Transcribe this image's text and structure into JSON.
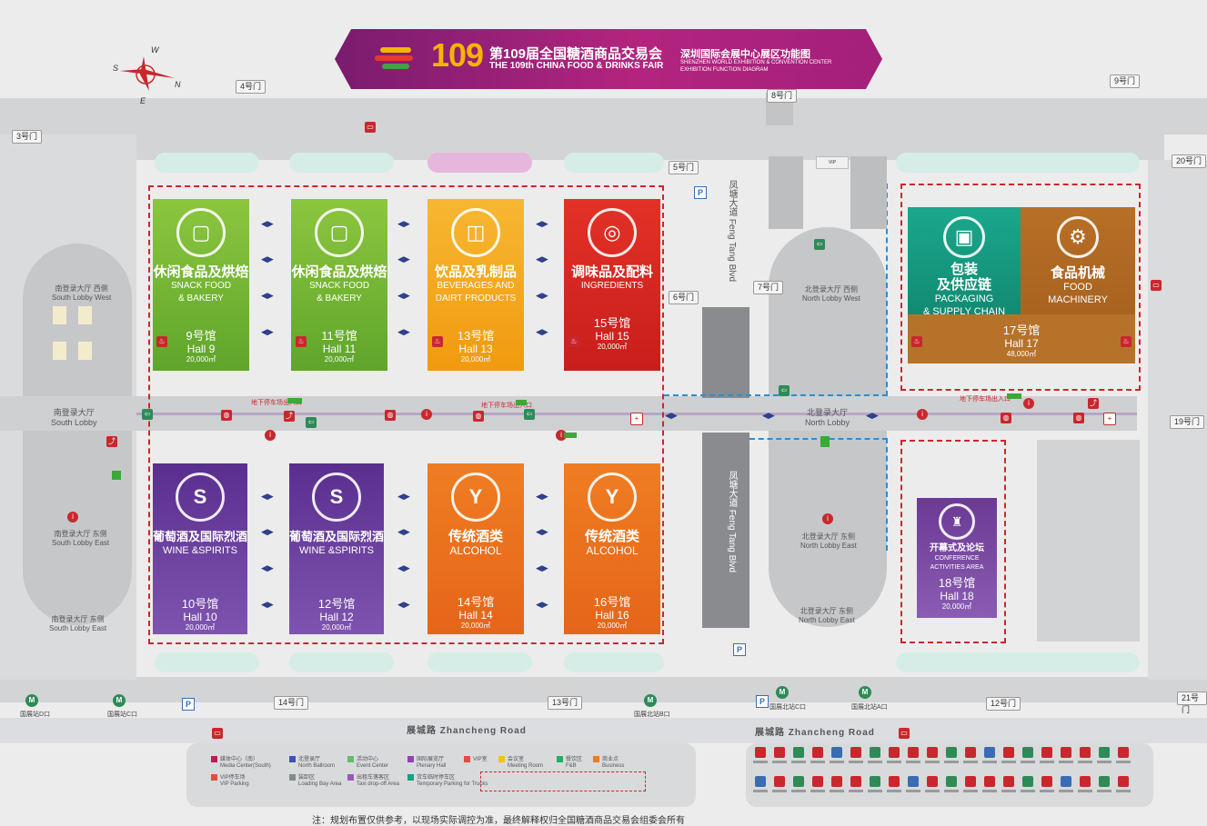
{
  "header": {
    "logo_number": "109",
    "title_cn": "第109届全国糖酒商品交易会",
    "title_en": "THE 109th CHINA FOOD & DRINKS FAIR",
    "subtitle_cn": "深圳国际会展中心展区功能图",
    "subtitle_en1": "SHENZHEN WORLD EXHIBITION & CONVENTION CENTER",
    "subtitle_en2": "EXHIBITION FUNCTION DIAGRAM"
  },
  "compass": {
    "n": "N",
    "s": "S",
    "e": "E",
    "w": "W"
  },
  "halls": [
    {
      "id": "hall-9",
      "cn": "休闲食品及烘焙",
      "cn2": "",
      "en1": "SNACK FOOD",
      "en2": "& BAKERY",
      "num": "9号馆",
      "hall": "Hall 9",
      "area": "20,000㎡",
      "color": "#6fb536",
      "icon": "▢"
    },
    {
      "id": "hall-11",
      "cn": "休闲食品及烘焙",
      "cn2": "",
      "en1": "SNACK FOOD",
      "en2": "& BAKERY",
      "num": "11号馆",
      "hall": "Hall 11",
      "area": "20,000㎡",
      "color": "#6fb536",
      "icon": "▢"
    },
    {
      "id": "hall-13",
      "cn": "饮品及乳制品",
      "cn2": "",
      "en1": "BEVERAGES AND",
      "en2": "DAIRT PRODUCTS",
      "num": "13号馆",
      "hall": "Hall 13",
      "area": "20,000㎡",
      "color": "#f2a81d",
      "icon": "◫"
    },
    {
      "id": "hall-15",
      "cn": "调味品及配料",
      "cn2": "",
      "en1": "INGREDIENTS",
      "en2": "",
      "num": "15号馆",
      "hall": "Hall 15",
      "area": "20,000㎡",
      "color": "#d9241f",
      "icon": "◎"
    },
    {
      "id": "hall-10",
      "cn": "葡萄酒及国际烈酒",
      "cn2": "",
      "en1": "WINE &SPIRITS",
      "en2": "",
      "num": "10号馆",
      "hall": "Hall 10",
      "area": "20,000㎡",
      "color": "#6a3d9a",
      "icon": "S"
    },
    {
      "id": "hall-12",
      "cn": "葡萄酒及国际烈酒",
      "cn2": "",
      "en1": "WINE &SPIRITS",
      "en2": "",
      "num": "12号馆",
      "hall": "Hall 12",
      "area": "20,000㎡",
      "color": "#6a3d9a",
      "icon": "S"
    },
    {
      "id": "hall-14",
      "cn": "传统酒类",
      "cn2": "",
      "en1": "ALCOHOL",
      "en2": "",
      "num": "14号馆",
      "hall": "Hall 14",
      "area": "20,000㎡",
      "color": "#ec6f1c",
      "icon": "Y"
    },
    {
      "id": "hall-16",
      "cn": "传统酒类",
      "cn2": "",
      "en1": "ALCOHOL",
      "en2": "",
      "num": "16号馆",
      "hall": "Hall 16",
      "area": "20,000㎡",
      "color": "#ec6f1c",
      "icon": "Y"
    }
  ],
  "hall17": {
    "left_cn1": "包装",
    "left_cn2": "及供应链",
    "left_en1": "PACKAGING",
    "left_en2": "& SUPPLY CHAIN",
    "right_cn": "食品机械",
    "right_en1": "FOOD",
    "right_en2": "MACHINERY",
    "num": "17号馆",
    "hall": "Hall 17",
    "area": "48,000㎡",
    "color_left": "#17a88a",
    "color_right": "#b7722a"
  },
  "hall18": {
    "cn": "开幕式及论坛",
    "en1": "CONFERENCE",
    "en2": "ACTIVITIES AREA",
    "num": "18号馆",
    "hall": "Hall 18",
    "area": "20,000㎡",
    "color": "#7a4aa0"
  },
  "gates": [
    "3号门",
    "4号门",
    "5号门",
    "6号门",
    "7号门",
    "8号门",
    "9号门",
    "12号门",
    "13号门",
    "14号门",
    "20号门",
    "19号门",
    "21号门"
  ],
  "roads": {
    "fengtang_cn": "凤塘大道",
    "fengtang_en": "Feng Tang Blvd",
    "zhancheng_cn": "展城路",
    "zhancheng_en": "Zhancheng Road"
  },
  "lobbies": {
    "south_cn": "南登录大厅",
    "south_en": "South Lobby",
    "south_west_cn": "南登录大厅 西侧",
    "south_west_en": "South Lobby West",
    "south_east_cn": "南登录大厅 东侧",
    "south_east_en": "South Lobby East",
    "north_cn": "北登录大厅",
    "north_en": "North Lobby",
    "north_west_cn": "北登录大厅 西侧",
    "north_west_en": "North Lobby West",
    "north_east_cn": "北登录大厅 东侧",
    "north_east_en": "North Lobby East"
  },
  "parking_labels": [
    "地下停车场出入口",
    "地下停车场出入口",
    "地下停车场出入口"
  ],
  "metro": [
    "国展站D口",
    "国展站C口",
    "国展北站B口",
    "国展北站C口",
    "国展北站A口"
  ],
  "legend_left": [
    {
      "cn": "媒体中心（南）",
      "en": "Media Center(South)",
      "color": "#c2185b"
    },
    {
      "cn": "北登录厅",
      "en": "North Ballroom",
      "color": "#3f51b5"
    },
    {
      "cn": "活动中心",
      "en": "Event Center",
      "color": "#66bb6a"
    },
    {
      "cn": "国际展览厅",
      "en": "Plenary Hall",
      "color": "#8e44ad"
    },
    {
      "cn": "VIP室",
      "en": "",
      "color": "#e74c3c"
    },
    {
      "cn": "会议室",
      "en": "Meeting Room",
      "color": "#f1c40f"
    },
    {
      "cn": "餐饮区",
      "en": "F&B",
      "color": "#27ae60"
    },
    {
      "cn": "商业点",
      "en": "Business",
      "color": "#e67e22"
    },
    {
      "cn": "VIP停车场",
      "en": "VIP Parking",
      "color": "#e74c3c"
    },
    {
      "cn": "装卸区",
      "en": "Loading Bay Area",
      "color": "#7f8c8d"
    },
    {
      "cn": "出租车落客区",
      "en": "Taxi drop-off Area",
      "color": "#9b59b6"
    },
    {
      "cn": "货车临时停车区",
      "en": "Temporary Parking for Trucks",
      "color": "#16a085"
    }
  ],
  "footnote": "注：规划布置仅供参考，以现场实际调控为准，最终解释权归全国糖酒商品交易会组委会所有"
}
